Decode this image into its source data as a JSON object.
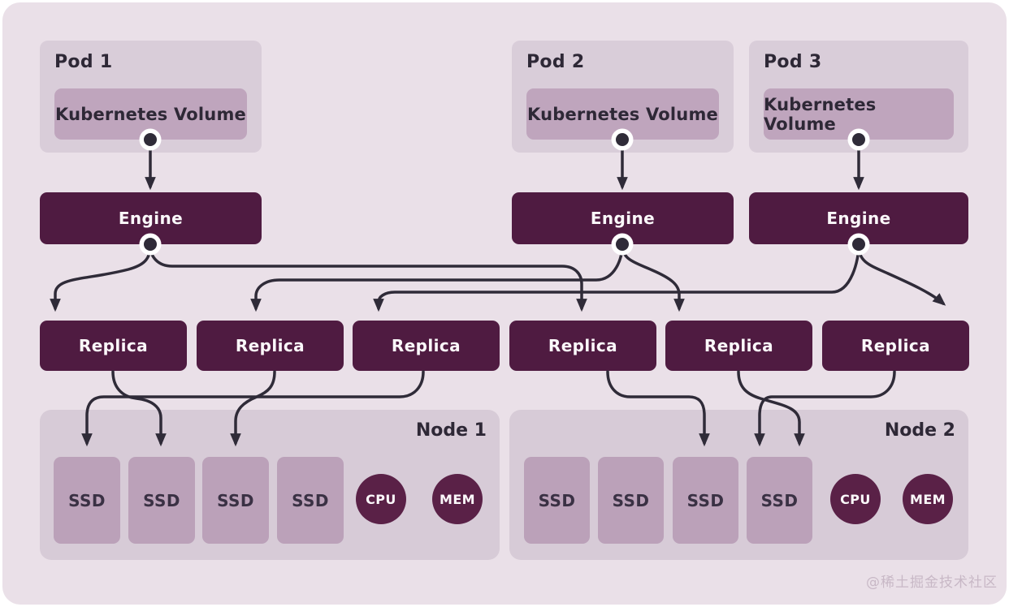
{
  "title": "Kubernetes volume / engine / replica storage architecture diagram",
  "pods": [
    {
      "label": "Pod 1",
      "volume_label": "Kubernetes Volume"
    },
    {
      "label": "Pod 2",
      "volume_label": "Kubernetes Volume"
    },
    {
      "label": "Pod 3",
      "volume_label": "Kubernetes Volume"
    }
  ],
  "engines": [
    {
      "label": "Engine"
    },
    {
      "label": "Engine"
    },
    {
      "label": "Engine"
    }
  ],
  "replicas": [
    {
      "label": "Replica"
    },
    {
      "label": "Replica"
    },
    {
      "label": "Replica"
    },
    {
      "label": "Replica"
    },
    {
      "label": "Replica"
    },
    {
      "label": "Replica"
    }
  ],
  "nodes": [
    {
      "label": "Node 1",
      "ssds": [
        "SSD",
        "SSD",
        "SSD",
        "SSD"
      ],
      "cpu": "CPU",
      "mem": "MEM"
    },
    {
      "label": "Node 2",
      "ssds": [
        "SSD",
        "SSD",
        "SSD",
        "SSD"
      ],
      "cpu": "CPU",
      "mem": "MEM"
    }
  ],
  "connections": [
    {
      "from": "pod1.volume",
      "to": "engine1"
    },
    {
      "from": "pod2.volume",
      "to": "engine2"
    },
    {
      "from": "pod3.volume",
      "to": "engine3"
    },
    {
      "from": "engine1",
      "to": "replica1"
    },
    {
      "from": "engine1",
      "to": "replica4"
    },
    {
      "from": "engine2",
      "to": "replica2"
    },
    {
      "from": "engine2",
      "to": "replica5"
    },
    {
      "from": "engine3",
      "to": "replica3"
    },
    {
      "from": "engine3",
      "to": "replica6"
    },
    {
      "from": "replica1",
      "to": "node1.ssd2"
    },
    {
      "from": "replica2",
      "to": "node1.ssd3"
    },
    {
      "from": "replica3",
      "to": "node1.ssd1"
    },
    {
      "from": "replica4",
      "to": "node2.ssd3"
    },
    {
      "from": "replica5",
      "to": "node2.ssd4"
    },
    {
      "from": "replica6",
      "to": "node2.ssd4"
    }
  ],
  "watermark": "@稀土掘金技术社区",
  "colors": {
    "card_background": "#eae0e8",
    "pod_node_fill": "#d8ccd8",
    "volume_ssd_fill": "#bda3bb",
    "engine_replica_fill": "#4f1b41",
    "cpu_mem_fill": "#5a2147",
    "connector": "#2f2b38",
    "dark_text": "#2e2836",
    "light_text": "#fbf8fa",
    "watermark_text": "#c8b8c6"
  }
}
